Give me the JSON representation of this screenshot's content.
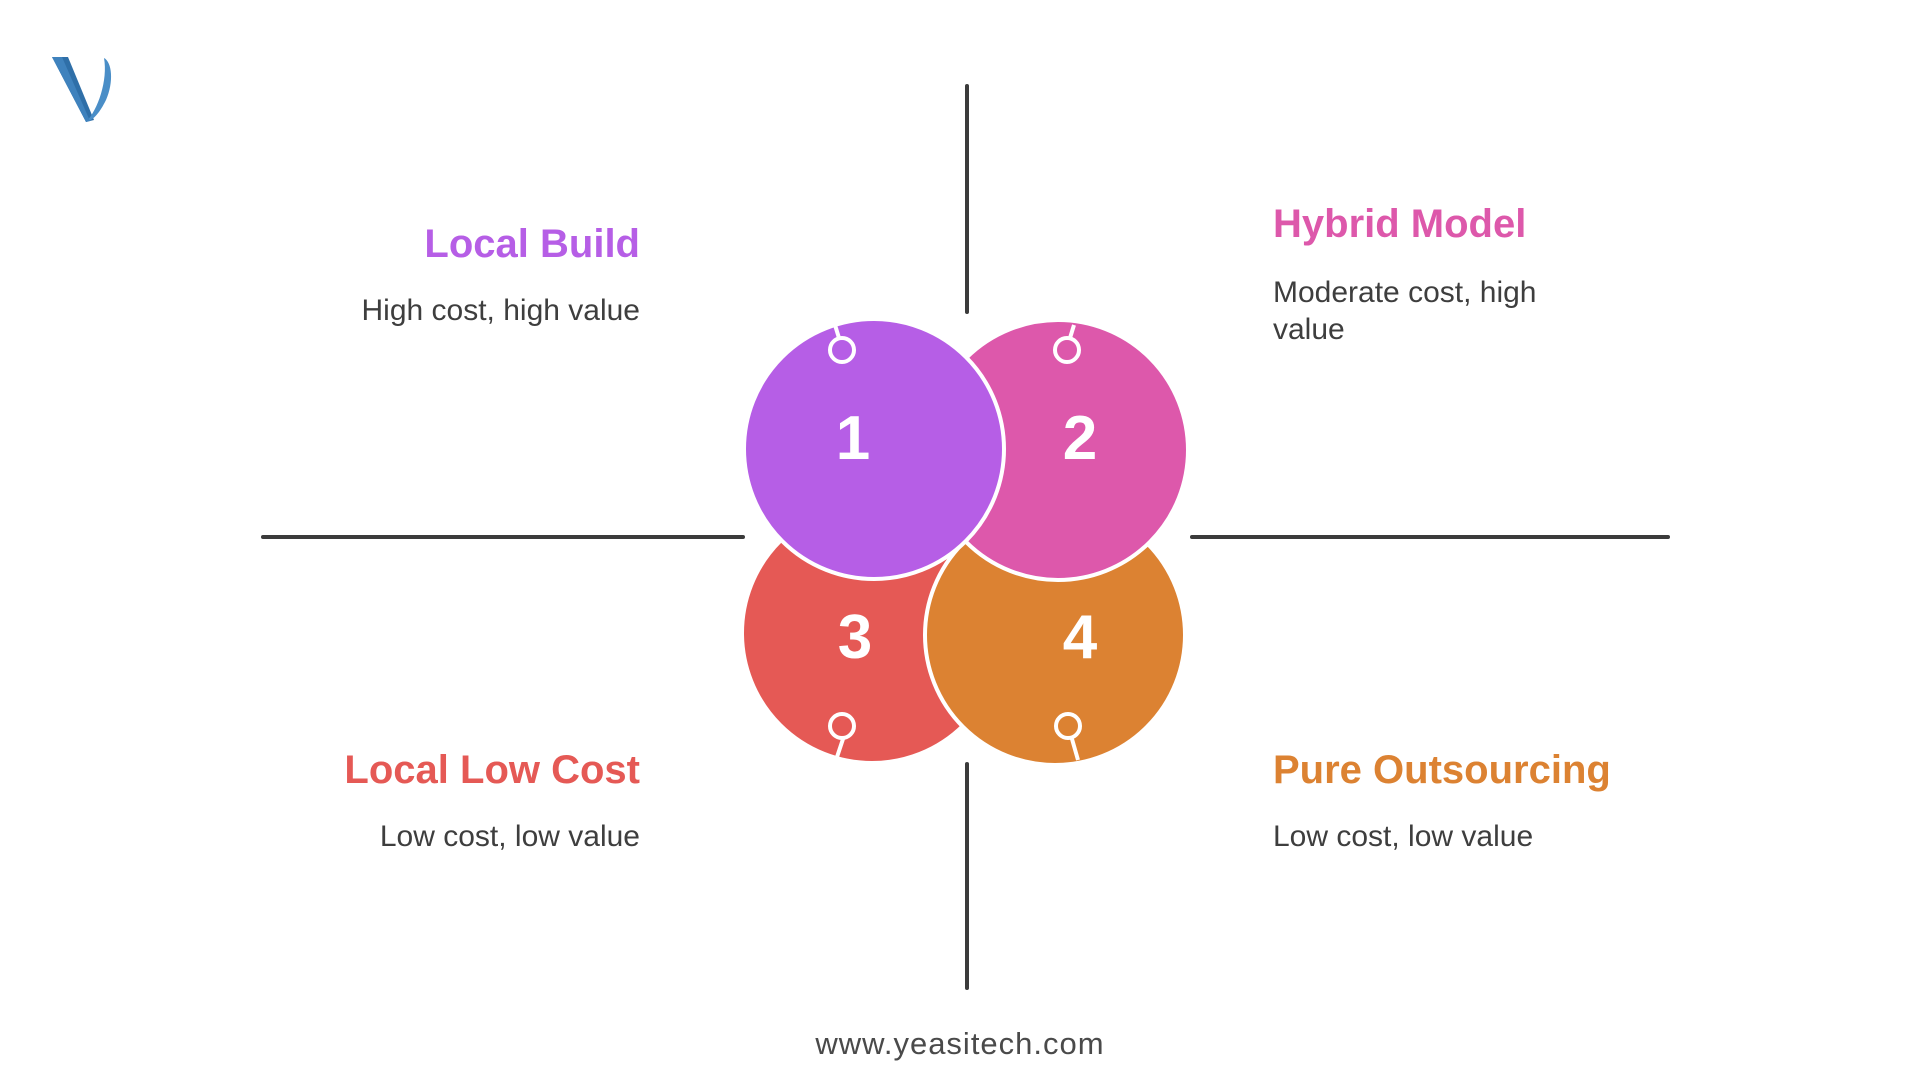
{
  "colors": {
    "purple": "#b65ee6",
    "pink": "#dd58ab",
    "red": "#e55955",
    "orange": "#dc8232",
    "axis": "#3b3b3b",
    "logo": "#4a8ec7"
  },
  "logo": {
    "icon": "v-logo-icon"
  },
  "quadrants": [
    {
      "number": "1",
      "title": "Local Build",
      "description": "High cost, high value",
      "color": "#b65ee6"
    },
    {
      "number": "2",
      "title": "Hybrid Model",
      "description": "Moderate cost, high value",
      "color": "#dd58ab"
    },
    {
      "number": "3",
      "title": "Local Low Cost",
      "description": "Low cost, low value",
      "color": "#e55955"
    },
    {
      "number": "4",
      "title": "Pure Outsourcing",
      "description": "Low cost, low value",
      "color": "#dc8232"
    }
  ],
  "footer": {
    "website": "www.yeasitech.com"
  }
}
